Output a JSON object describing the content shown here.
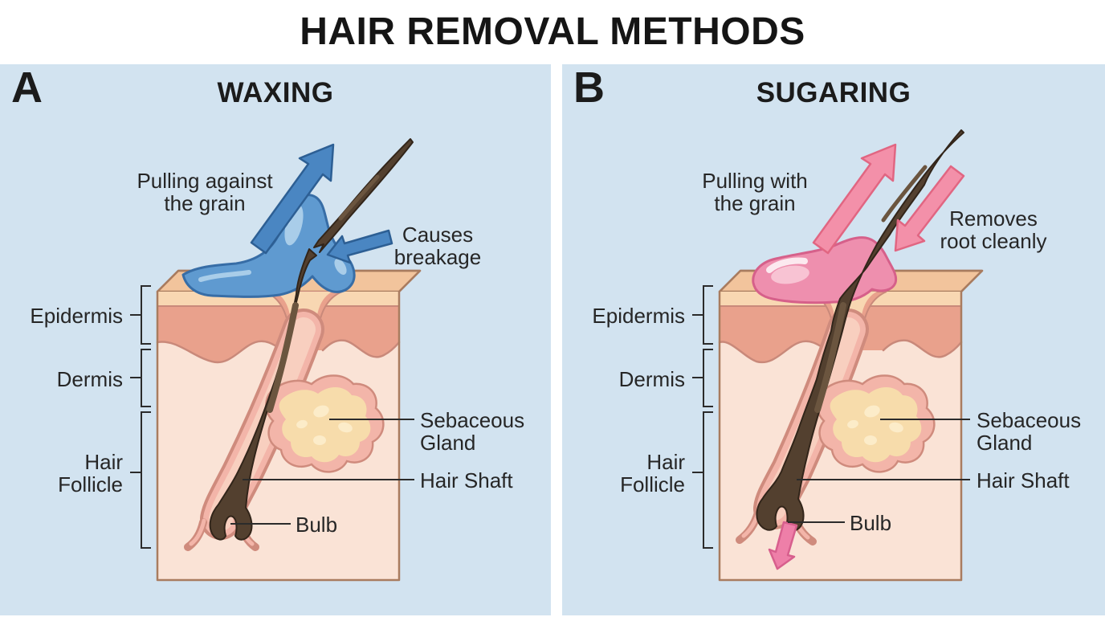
{
  "title": "HAIR REMOVAL METHODS",
  "anatomy_labels": {
    "epidermis": "Epidermis",
    "dermis": "Dermis",
    "hair_follicle": "Hair\nFollicle",
    "sebaceous_gland": "Sebaceous\nGland",
    "hair_shaft": "Hair Shaft",
    "bulb": "Bulb"
  },
  "panels": {
    "waxing": {
      "letter": "A",
      "title": "WAXING",
      "pull_label": "Pulling against\nthe grain",
      "effect_label": "Causes\nbreakage"
    },
    "sugaring": {
      "letter": "B",
      "title": "SUGARING",
      "pull_label": "Pulling with\nthe grain",
      "effect_label": "Removes\nroot cleanly"
    }
  },
  "colors": {
    "panel_background": "#d2e3f0",
    "wax_blue": "#5f9ad0",
    "wax_arrow_blue": "#4a86c2",
    "sugar_pink": "#ee8fae",
    "sugar_arrow_pink": "#f390a9",
    "skin_surface_tan": "#f2c49c",
    "stratum_light_tan": "#f8d7b2",
    "epidermis_salmon": "#e9a18c",
    "dermis_cream": "#fae3d6",
    "follicle_sheath_pink": "#f3b5a9",
    "sebaceous_gland_cream": "#f7dcab",
    "hair_brown": "#53402f"
  }
}
